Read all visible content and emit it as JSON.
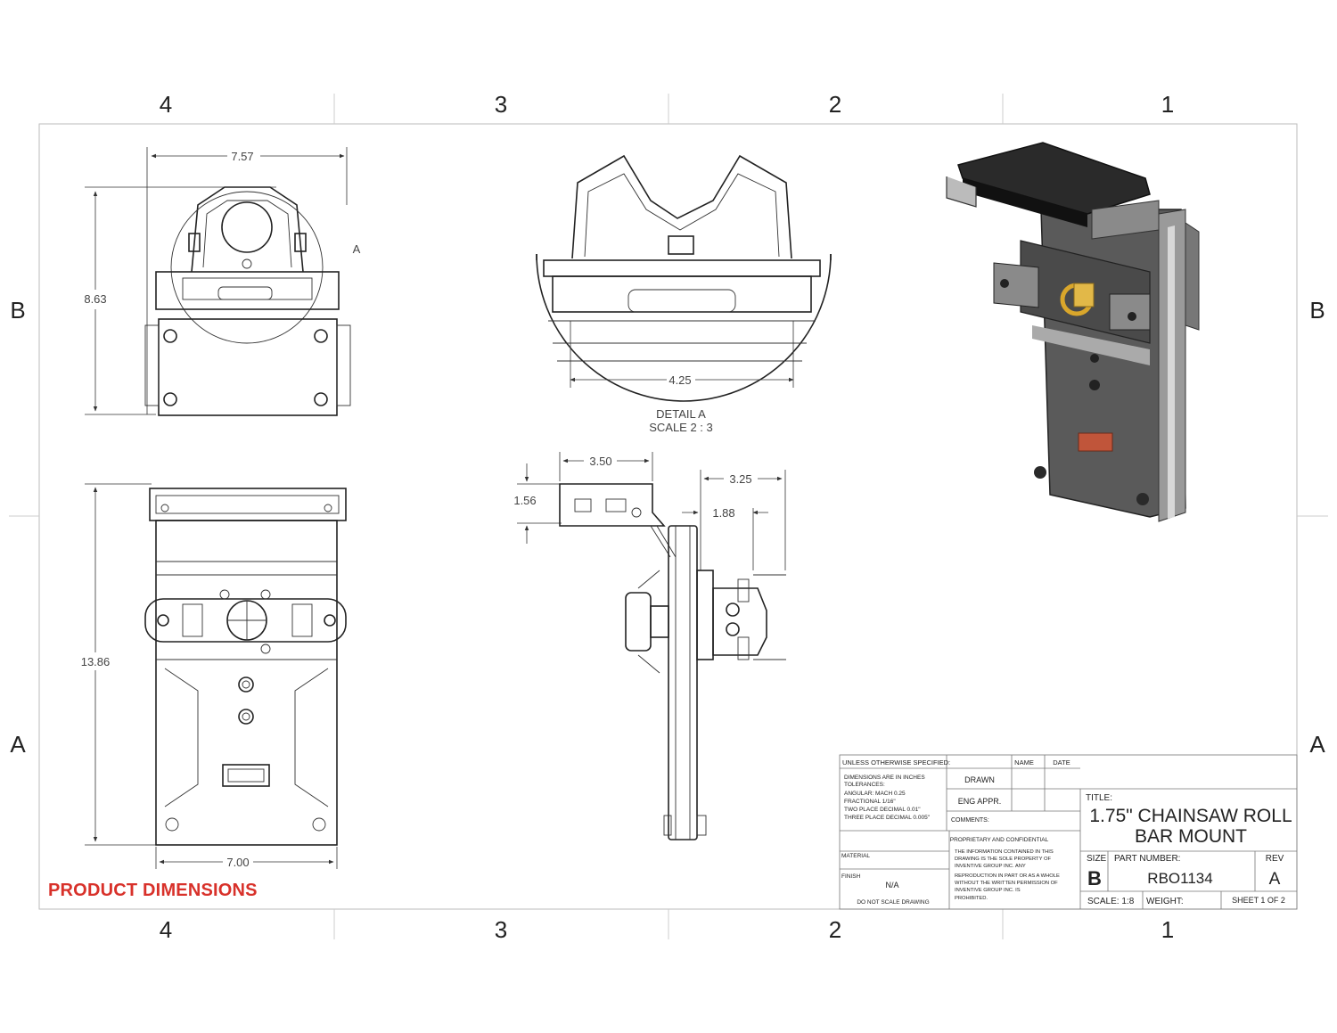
{
  "zones": {
    "columns_top": [
      "4",
      "3",
      "2",
      "1"
    ],
    "columns_bottom": [
      "4",
      "3",
      "2",
      "1"
    ],
    "rows_left": [
      "B",
      "A"
    ],
    "rows_right": [
      "B",
      "A"
    ]
  },
  "dimensions": {
    "front_width": "7.57",
    "front_height": "8.63",
    "detail_marker": "A",
    "detail_width": "4.25",
    "detail_label": "DETAIL A",
    "detail_scale": "SCALE 2 : 3",
    "bottom_height": "13.86",
    "bottom_width": "7.00",
    "side_top_width": "3.50",
    "side_top_height": "1.56",
    "side_right_width": "3.25",
    "side_right_inner": "1.88"
  },
  "caption": "PRODUCT DIMENSIONS",
  "title_block": {
    "unless": "UNLESS OTHERWISE SPECIFIED:",
    "name_hdr": "NAME",
    "date_hdr": "DATE",
    "dims_note": [
      "DIMENSIONS ARE IN INCHES",
      "TOLERANCES:",
      "ANGULAR: MACH  0.25",
      "FRACTIONAL 1/16\"",
      "TWO PLACE DECIMAL  0.01\"",
      "THREE PLACE DECIMAL  0.005\""
    ],
    "drawn": "DRAWN",
    "eng_appr": "ENG APPR.",
    "comments": "COMMENTS:",
    "material": "MATERIAL",
    "finish": "FINISH",
    "finish_value": "N/A",
    "do_not_scale": "DO NOT SCALE DRAWING",
    "proprietary_hdr": "PROPRIETARY AND CONFIDENTIAL",
    "proprietary_text": [
      "THE INFORMATION CONTAINED IN THIS",
      "DRAWING IS THE SOLE PROPERTY OF",
      "INVENTIVE GROUP INC. ANY",
      "REPRODUCTION IN PART OR AS A WHOLE",
      "WITHOUT THE WRITTEN PERMISSION OF",
      "INVENTIVE GROUP INC. IS",
      "PROHIBITED."
    ],
    "title_label": "TITLE:",
    "title_line1": "1.75\" CHAINSAW ROLL",
    "title_line2": "BAR MOUNT",
    "size_label": "SIZE",
    "size_value": "B",
    "part_label": "PART NUMBER:",
    "part_value": "RBO1134",
    "rev_label": "REV",
    "rev_value": "A",
    "scale": "SCALE: 1:8",
    "weight": "WEIGHT:",
    "sheet": "SHEET 1 OF 2"
  },
  "colors": {
    "caption": "#d8312a",
    "line": "#222222",
    "reflector": "#c0553a",
    "latch": "#d9a62b"
  }
}
